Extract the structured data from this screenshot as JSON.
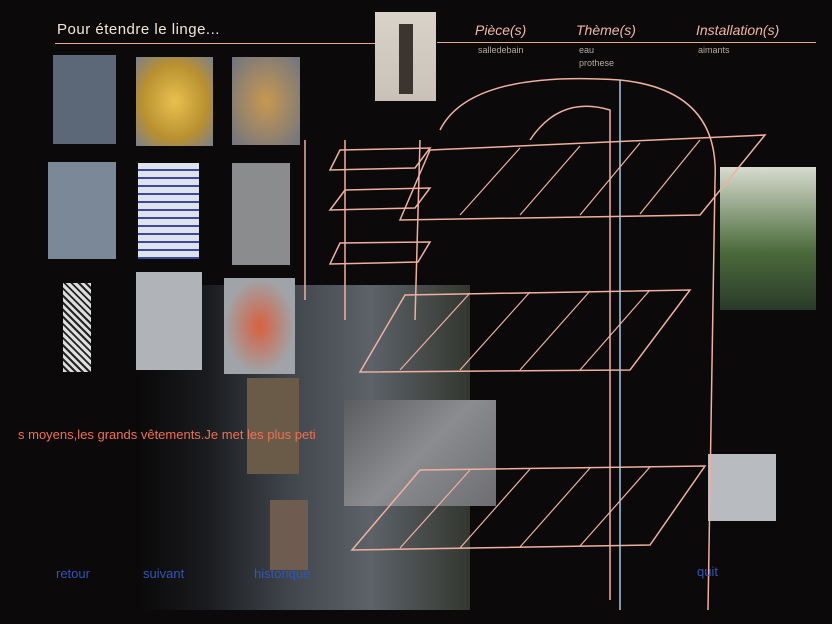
{
  "title": "Pour étendre le linge...",
  "columns": [
    {
      "label": "Pièce(s)",
      "values": [
        "salledebain"
      ]
    },
    {
      "label": "Thème(s)",
      "values": [
        "eau",
        "prothese"
      ]
    },
    {
      "label": "Installation(s)",
      "values": [
        "aimants"
      ]
    }
  ],
  "marquee": "s moyens,les grands vêtements.Je met les plus peti",
  "nav": {
    "back": "retour",
    "next": "suivant",
    "history": "historique",
    "quit": "quit"
  },
  "colors": {
    "accent": "#f0b8a0",
    "nav": "#2f56b8",
    "marquee": "#f07050"
  }
}
